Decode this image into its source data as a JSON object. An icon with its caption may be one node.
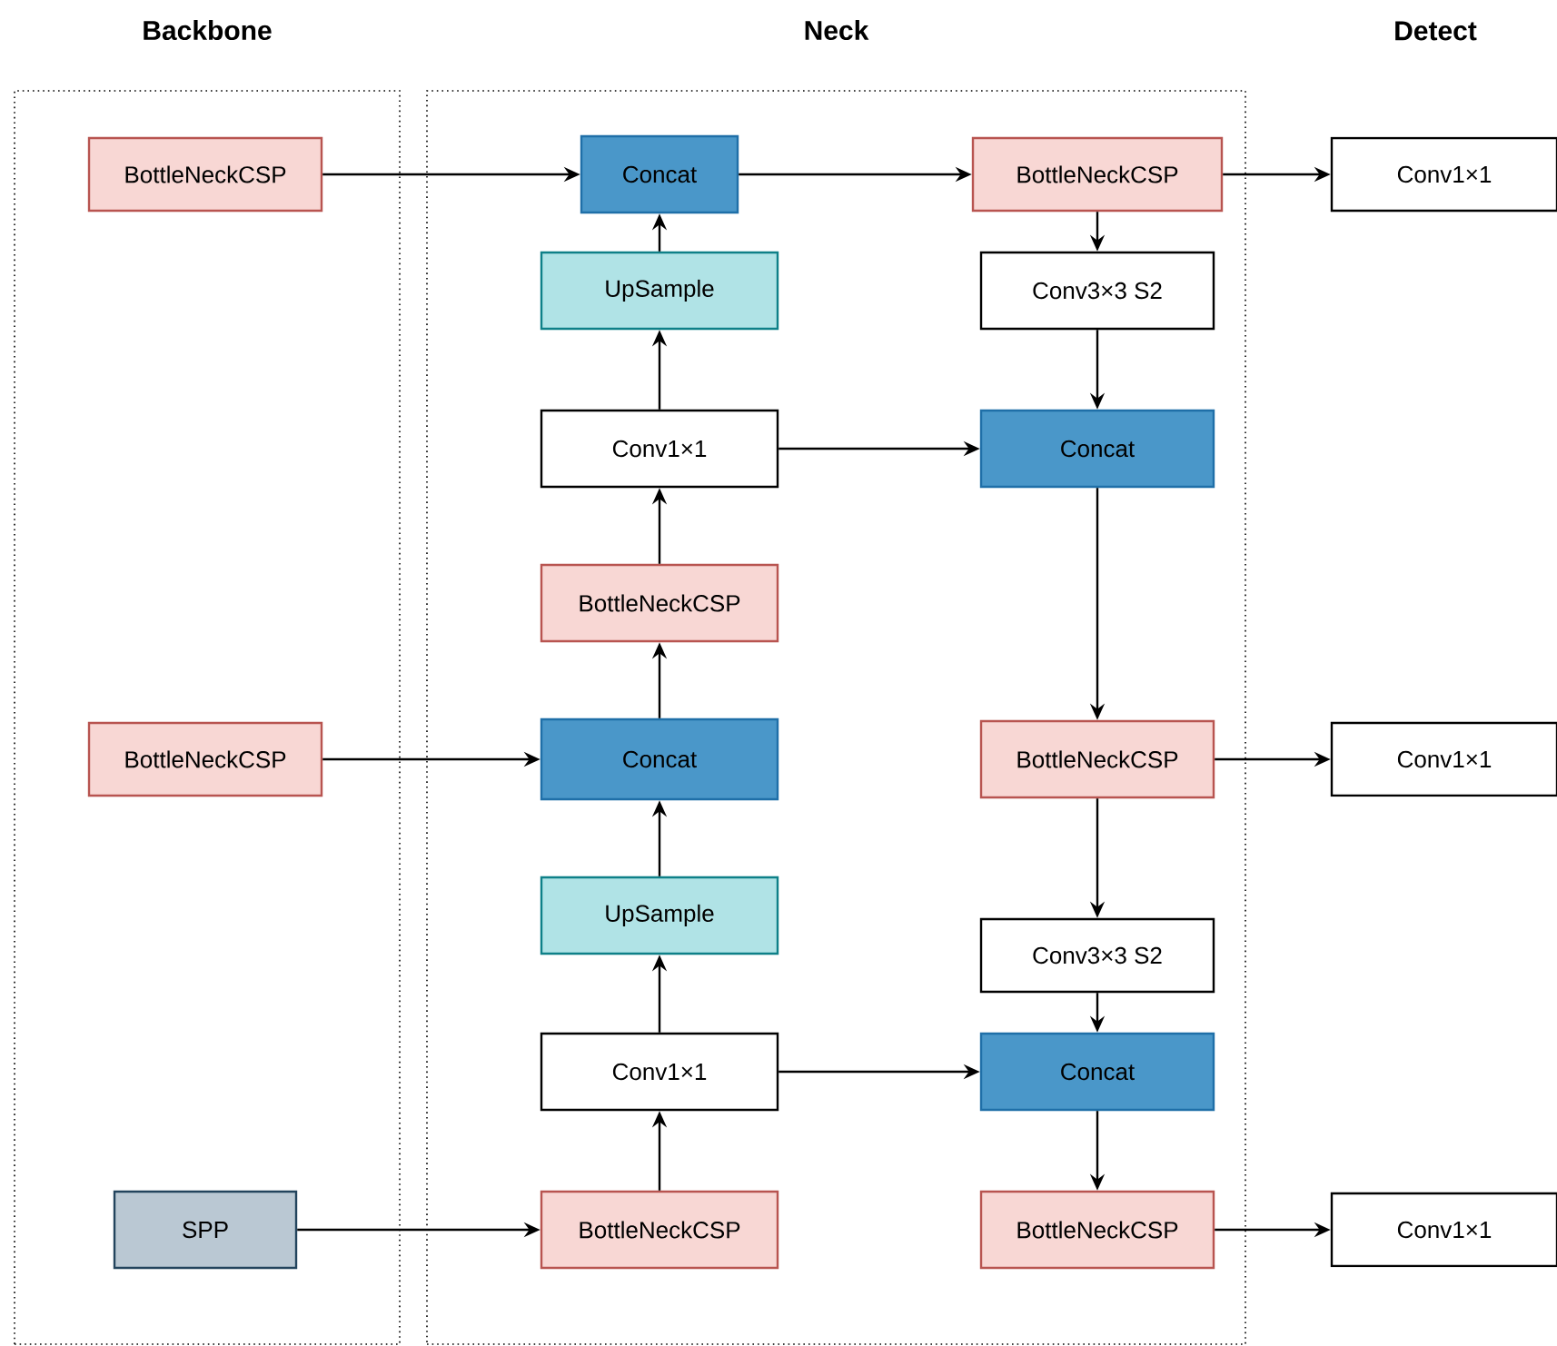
{
  "diagram": {
    "nodes": [
      {
        "text": [
          "Backbone"
        ]
      },
      {
        "text": [
          "Neck"
        ]
      },
      {
        "text": [
          "BottleNeckCSP"
        ],
        "in": 0
      },
      {
        "text": [
          "BottleNeckCSP"
        ],
        "in": 0
      },
      {
        "text": [
          "SPP"
        ],
        "in": 0
      },
      {
        "text": [
          "Concat"
        ],
        "in": 1
      },
      {
        "text": [
          "UpSample"
        ],
        "in": 1
      },
      {
        "text": [
          "Conv1×1"
        ],
        "in": 1
      },
      {
        "text": [
          "BottleNeckCSP"
        ],
        "in": 1
      },
      {
        "text": [
          "Concat"
        ],
        "in": 1
      },
      {
        "text": [
          "UpSample"
        ],
        "in": 1
      },
      {
        "text": [
          "Conv1×1"
        ],
        "in": 1
      },
      {
        "text": [
          "BottleNeckCSP"
        ],
        "in": 1
      },
      {
        "text": [
          "BottleNeckCSP"
        ],
        "in": 1
      },
      {
        "text": [
          "Conv3×3 S2"
        ],
        "in": 1
      },
      {
        "text": [
          "Concat"
        ],
        "in": 1
      },
      {
        "text": [
          "BottleNeckCSP"
        ],
        "in": 1
      },
      {
        "text": [
          "Conv3×3 S2"
        ],
        "in": 1
      },
      {
        "text": [
          "Concat"
        ],
        "in": 1
      },
      {
        "text": [
          "BottleNeckCSP"
        ],
        "in": 1
      },
      {
        "text": [
          "Conv1×1"
        ]
      },
      {
        "text": [
          "Conv1×1"
        ]
      },
      {
        "text": [
          "Conv1×1"
        ]
      }
    ],
    "edges": [
      {
        "from": 2,
        "to": 5,
        "arrow": "to"
      },
      {
        "from": 5,
        "to": 13,
        "arrow": "to"
      },
      {
        "from": 13,
        "to": 20,
        "arrow": "to"
      },
      {
        "from": 13,
        "to": 14,
        "arrow": "to"
      },
      {
        "from": 14,
        "to": 15,
        "arrow": "to"
      },
      {
        "from": 6,
        "to": 5,
        "arrow": "to"
      },
      {
        "from": 7,
        "to": 6,
        "arrow": "to"
      },
      {
        "from": 7,
        "to": 15,
        "arrow": "to"
      },
      {
        "from": 8,
        "to": 7,
        "arrow": "to"
      },
      {
        "from": 9,
        "to": 8,
        "arrow": "to"
      },
      {
        "from": 3,
        "to": 9,
        "arrow": "to"
      },
      {
        "from": 10,
        "to": 9,
        "arrow": "to"
      },
      {
        "from": 11,
        "to": 10,
        "arrow": "to"
      },
      {
        "from": 11,
        "to": 18,
        "arrow": "to"
      },
      {
        "from": 12,
        "to": 11,
        "arrow": "to"
      },
      {
        "from": 4,
        "to": 12,
        "arrow": "to"
      },
      {
        "from": 15,
        "to": 16,
        "arrow": "to"
      },
      {
        "from": 16,
        "to": 21,
        "arrow": "to"
      },
      {
        "from": 16,
        "to": 17,
        "arrow": "to"
      },
      {
        "from": 17,
        "to": 18,
        "arrow": "to"
      },
      {
        "from": 18,
        "to": 19,
        "arrow": "to"
      },
      {
        "from": 19,
        "to": 22,
        "arrow": "to"
      }
    ],
    "labels": [
      "Detect"
    ]
  }
}
